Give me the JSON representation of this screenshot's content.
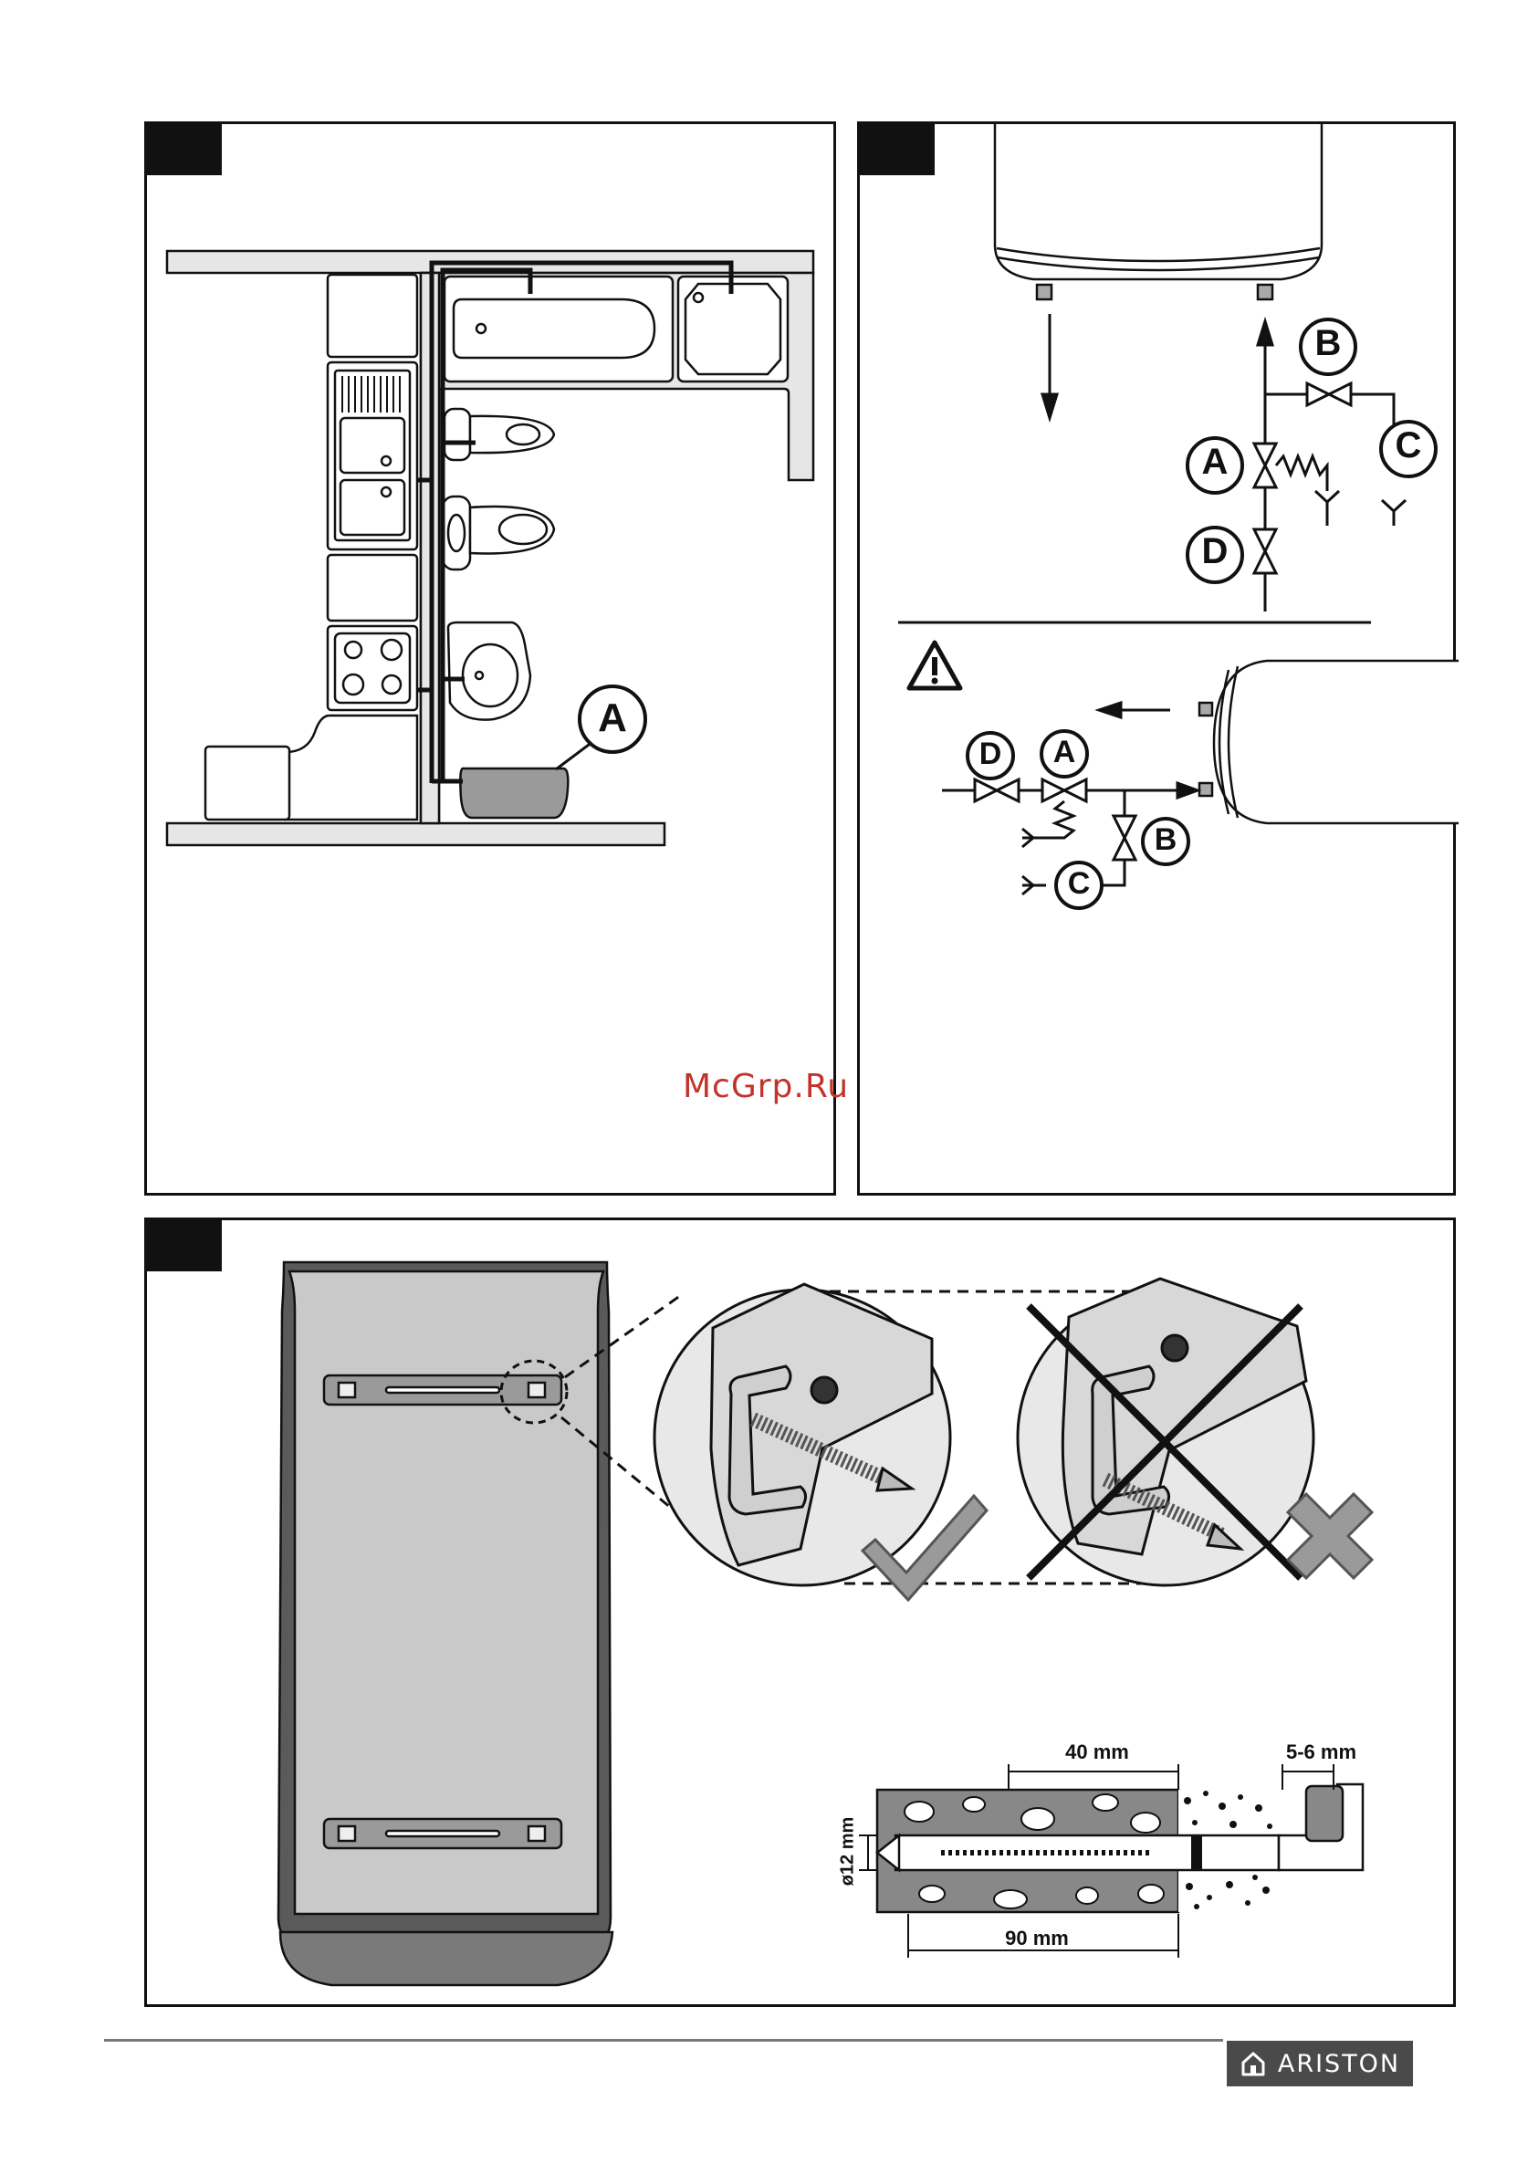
{
  "page": {
    "watermark": "McGrp.Ru",
    "brand": {
      "name": "ARISTON",
      "logo_icon": "house-icon",
      "bg": "#4a4a4a"
    }
  },
  "panel_plan": {
    "callout": "A",
    "icons": [
      "bathtub-icon",
      "shower-tray-icon",
      "toilet-icon",
      "bidet-icon",
      "washbasin-icon",
      "sink-icon",
      "stove-icon",
      "water-heater-icon"
    ]
  },
  "panel_hydraulic": {
    "vertical_labels": [
      "B",
      "A",
      "C",
      "D"
    ],
    "horizontal_labels": [
      "D",
      "A",
      "B",
      "C"
    ],
    "warning_icon": "warning-triangle-icon"
  },
  "panel_mounting": {
    "dimensions": {
      "depth": "40 mm",
      "gap": "5-6 mm",
      "diameter": "ø12 mm",
      "length": "90 mm"
    },
    "correct_icon": "check-icon",
    "wrong_icon": "cross-icon"
  },
  "colors": {
    "ink": "#111111",
    "wall": "#e6e6e6",
    "tank": "#c9c9c9",
    "tank_dark": "#5a5a5a"
  }
}
